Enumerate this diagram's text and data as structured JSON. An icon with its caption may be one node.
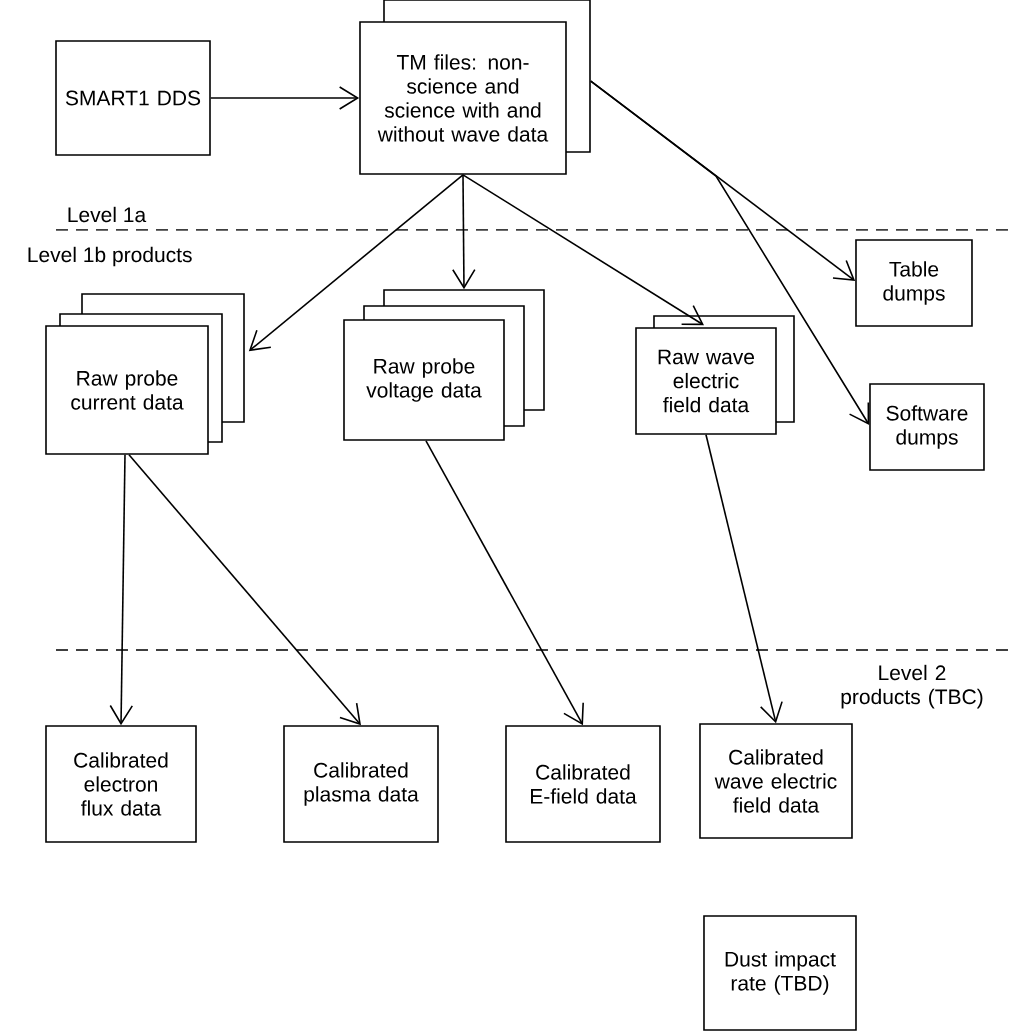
{
  "diagram": {
    "nodes": [
      {
        "text": [
          "SMART1 DDS"
        ]
      },
      {
        "text": [
          "TM files: non-science and science with and without wave data"
        ]
      },
      {
        "text": [
          "Raw probe current data"
        ]
      },
      {
        "text": [
          "Raw probe voltage data"
        ]
      },
      {
        "text": [
          "Raw wave electric field data"
        ]
      },
      {
        "text": [
          "Table dumps"
        ]
      },
      {
        "text": [
          "Software dumps"
        ]
      },
      {
        "text": [
          "Calibrated electron flux data"
        ]
      },
      {
        "text": [
          "Calibrated plasma data"
        ]
      },
      {
        "text": [
          "Calibrated E-field data"
        ]
      },
      {
        "text": [
          "Calibrated wave electric field data"
        ]
      },
      {
        "text": [
          "Dust impact rate (TBD)"
        ]
      }
    ],
    "edges": [
      {
        "from": 0,
        "to": 1,
        "arrow": "to"
      },
      {
        "from": 1,
        "to": 2,
        "arrow": "to"
      },
      {
        "from": 1,
        "to": 3,
        "arrow": "to"
      },
      {
        "from": 1,
        "to": 4,
        "arrow": "to"
      },
      {
        "from": 1,
        "to": 5,
        "arrow": "to"
      },
      {
        "from": 1,
        "to": 6,
        "arrow": "to"
      },
      {
        "from": 2,
        "to": 7,
        "arrow": "to"
      },
      {
        "from": 2,
        "to": 8,
        "arrow": "to"
      },
      {
        "from": 3,
        "to": 9,
        "arrow": "to"
      },
      {
        "from": 4,
        "to": 10,
        "arrow": "to"
      }
    ],
    "labels": [
      "Level 1a",
      "Level 1b products",
      "Level 2 products (TBC)"
    ]
  }
}
